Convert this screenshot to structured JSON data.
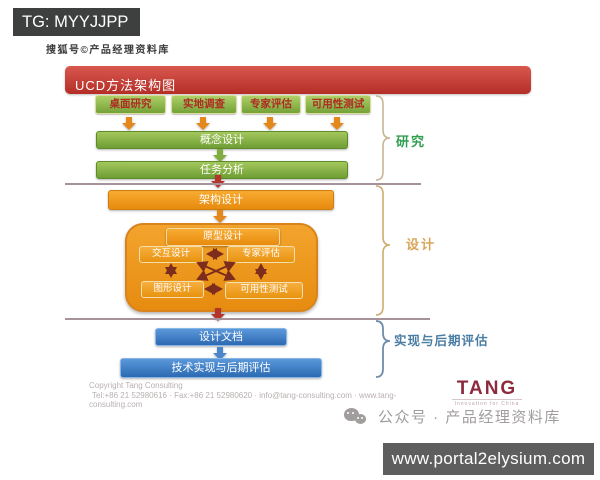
{
  "badges": {
    "tg": "TG: MYYJJPP",
    "sohu": "搜狐号©产品经理资料库",
    "wechat": "公众号 · 产品经理资料库",
    "url": "www.portal2elysium.com"
  },
  "diagram": {
    "title": "UCD方法架构图",
    "research": {
      "inputs": [
        "桌面研究",
        "实地调查",
        "专家评估",
        "可用性测试"
      ],
      "concept": "概念设计",
      "task": "任务分析",
      "phase_label": "研究"
    },
    "design": {
      "architecture": "架构设计",
      "prototype": "原型设计",
      "cycle": [
        "交互设计",
        "专家评估",
        "图形设计",
        "可用性测试"
      ],
      "phase_label": "设计"
    },
    "implementation": {
      "doc": "设计文档",
      "tech": "技术实现与后期评估",
      "phase_label": "实现与后期评估"
    },
    "footer": {
      "copyright1": "Copyright Tang Consulting",
      "copyright2": "Tel:+86 21 52980616 · Fax:+86 21 52980620 · info@tang-consulting.com · www.tang-",
      "copyright3": "consulting.com",
      "logo": "TANG",
      "tagline": "Innovation for China"
    }
  },
  "colors": {
    "banner_red": "#c23b32",
    "step_green": "#74a238",
    "step_orange": "#ee9415",
    "step_blue": "#3a77c2",
    "phase_research": "#2f9e4f",
    "phase_design": "#d8a659",
    "phase_implementation": "#4a7da3",
    "divider": "#a5929b",
    "logo_maroon": "#8e2a3e"
  }
}
